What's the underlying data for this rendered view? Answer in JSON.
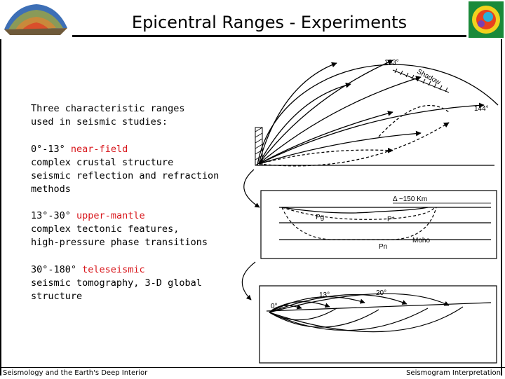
{
  "header": {
    "title": "Epicentral Ranges - Experiments"
  },
  "intro": {
    "line1": "Three characteristic ranges",
    "line2": "used in seismic studies:"
  },
  "ranges": [
    {
      "range": "0°-13°",
      "name": "near-field",
      "lines": [
        "complex crustal structure",
        "seismic reflection and refraction",
        "methods"
      ]
    },
    {
      "range": "13°-30°",
      "name": "upper-mantle",
      "lines": [
        "complex tectonic features,",
        "high-pressure phase transitions"
      ]
    },
    {
      "range": "30°-180°",
      "name": "teleseismic",
      "lines": [
        "seismic tomography, 3-D global",
        "structure"
      ]
    }
  ],
  "figure": {
    "top": {
      "label_103": "103°",
      "label_shadow": "Shadow",
      "label_144": "144°"
    },
    "middle": {
      "label_delta": "Δ ~150 Km",
      "label_pg": "Pg",
      "label_p": "P*",
      "label_moho": "Moho",
      "label_pn": "Pn"
    },
    "bottom": {
      "label_0": "0°",
      "label_13": "13°",
      "label_20": "20°"
    }
  },
  "footer": {
    "left": "Seismology and the Earth's Deep Interior",
    "right": "Seismogram Interpretation"
  },
  "colors": {
    "accent_red": "#d8161b"
  }
}
